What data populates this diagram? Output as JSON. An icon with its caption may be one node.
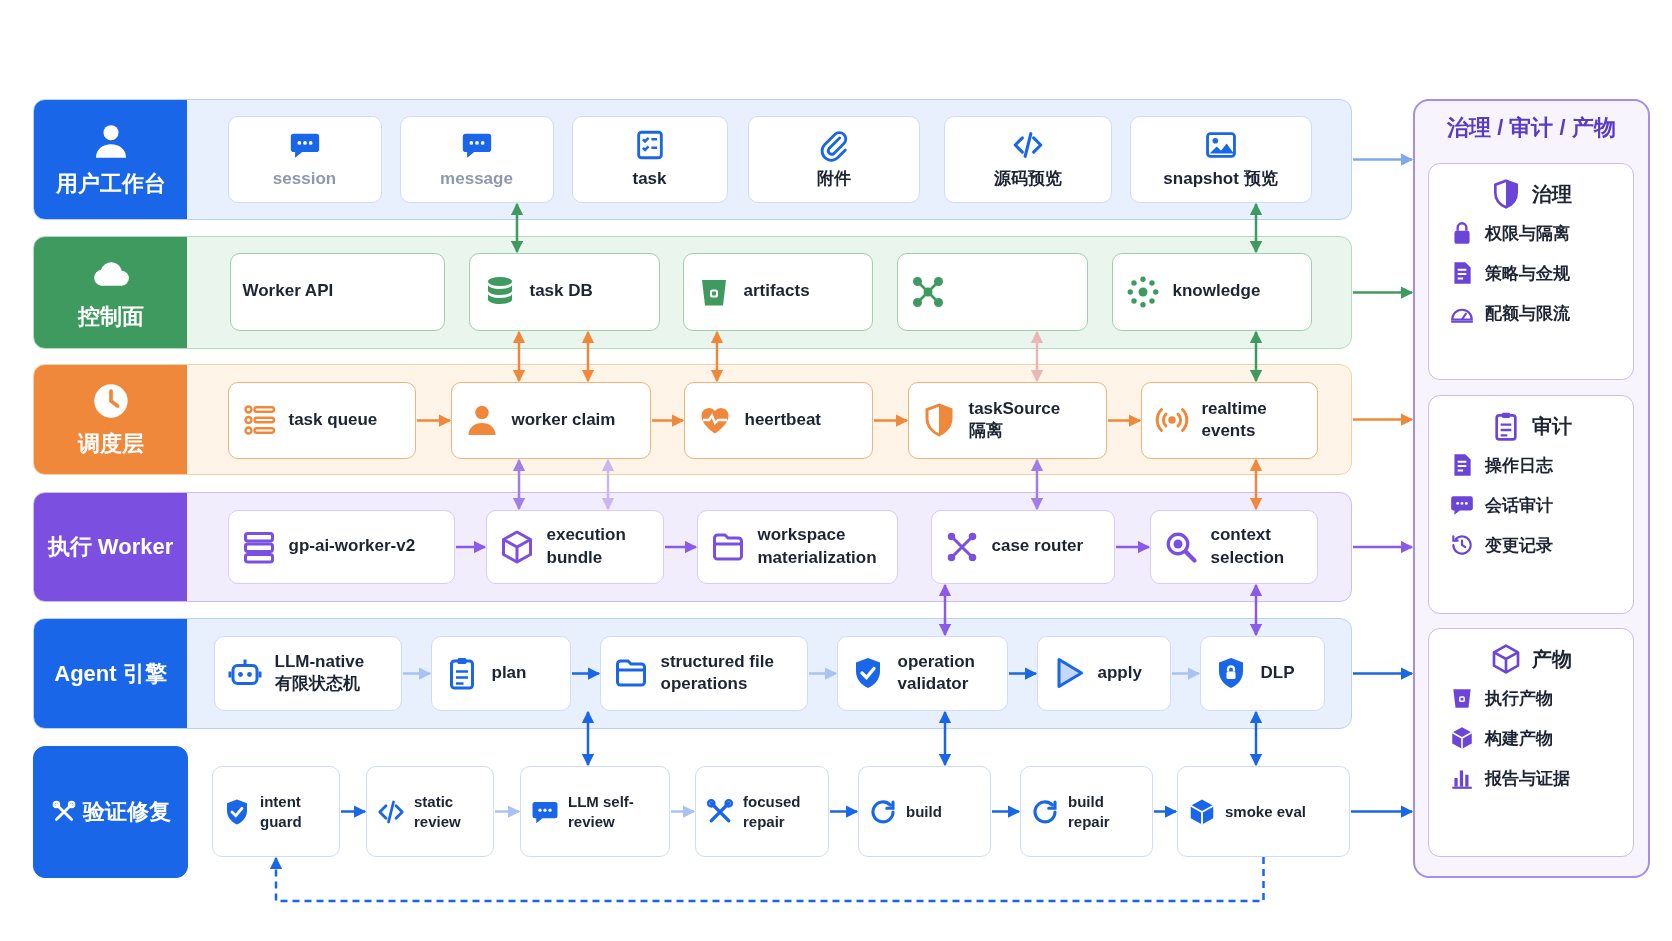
{
  "diagram": {
    "nodes": [
      {
        "text": [
          "用户工作台"
        ]
      },
      {
        "text": [
          "session"
        ],
        "in": 0
      },
      {
        "text": [
          "message"
        ],
        "in": 0
      },
      {
        "text": [
          "task"
        ],
        "in": 0
      },
      {
        "text": [
          "附件"
        ],
        "in": 0
      },
      {
        "text": [
          "源码预览"
        ],
        "in": 0
      },
      {
        "text": [
          "snapshot 预览"
        ],
        "in": 0
      },
      {
        "text": [
          "控制面"
        ]
      },
      {
        "text": [
          "Worker API"
        ],
        "in": 7
      },
      {
        "text": [
          "task DB"
        ],
        "in": 7
      },
      {
        "text": [
          "artifacts"
        ],
        "in": 7
      },
      {
        "text": [],
        "shape": "box",
        "in": 7
      },
      {
        "text": [
          "knowledge"
        ],
        "in": 7
      },
      {
        "text": [
          "调度层"
        ]
      },
      {
        "text": [
          "task queue"
        ],
        "in": 13
      },
      {
        "text": [
          "worker claim"
        ],
        "in": 13
      },
      {
        "text": [
          "heertbeat"
        ],
        "in": 13
      },
      {
        "text": [
          "taskSource 隔离"
        ],
        "in": 13
      },
      {
        "text": [
          "realtime events"
        ],
        "in": 13
      },
      {
        "text": [
          "执行 Worker"
        ]
      },
      {
        "text": [
          "gp-ai-worker-v2"
        ],
        "in": 19
      },
      {
        "text": [
          "execution bundle"
        ],
        "in": 19
      },
      {
        "text": [
          "workspace materialization"
        ],
        "in": 19
      },
      {
        "text": [
          "case router"
        ],
        "in": 19
      },
      {
        "text": [
          "context selection"
        ],
        "in": 19
      },
      {
        "text": [
          "Agent 引擎"
        ]
      },
      {
        "text": [
          "LLM-native 有限状态机"
        ],
        "in": 25
      },
      {
        "text": [
          "plan"
        ],
        "in": 25
      },
      {
        "text": [
          "structured file operations"
        ],
        "in": 25
      },
      {
        "text": [
          "operation validator"
        ],
        "in": 25
      },
      {
        "text": [
          "apply"
        ],
        "in": 25
      },
      {
        "text": [
          "DLP"
        ],
        "in": 25
      },
      {
        "text": [
          "验证修复"
        ]
      },
      {
        "text": [
          "intent guard"
        ]
      },
      {
        "text": [
          "static review"
        ]
      },
      {
        "text": [
          "LLM self-review"
        ]
      },
      {
        "text": [
          "focused repair"
        ]
      },
      {
        "text": [
          "build"
        ]
      },
      {
        "text": [
          "build repair"
        ]
      },
      {
        "text": [
          "smoke eval"
        ]
      },
      {
        "text": [
          "治理 / 审计 / 产物"
        ]
      },
      {
        "text": [
          "治理",
          "权限与隔离",
          "策略与佥规",
          "配额与限流"
        ],
        "in": 40
      },
      {
        "text": [
          "审计",
          "操作日志",
          "会话审计",
          "变更记录"
        ],
        "in": 40
      },
      {
        "text": [
          "产物",
          "执行产物",
          "构建产物",
          "报告与证据"
        ],
        "in": 40
      }
    ],
    "edges": [
      {
        "from": 14,
        "to": 15,
        "arrow": "to",
        "color": "#f0883c"
      },
      {
        "from": 15,
        "to": 16,
        "arrow": "to",
        "color": "#f0883c"
      },
      {
        "from": 16,
        "to": 17,
        "arrow": "to",
        "color": "#f0883c"
      },
      {
        "from": 17,
        "to": 18,
        "arrow": "to",
        "color": "#f0883c"
      },
      {
        "from": 20,
        "to": 21,
        "arrow": "to",
        "color": "#8a5be8"
      },
      {
        "from": 21,
        "to": 22,
        "arrow": "to",
        "color": "#8a5be8"
      },
      {
        "from": 23,
        "to": 24,
        "arrow": "to",
        "color": "#8a5be8"
      },
      {
        "from": 26,
        "to": 27,
        "arrow": "to",
        "color": "#a8c3f2"
      },
      {
        "from": 27,
        "to": 28,
        "arrow": "to"
      },
      {
        "from": 28,
        "to": 29,
        "arrow": "to",
        "color": "#a8c3f2"
      },
      {
        "from": 29,
        "to": 30,
        "arrow": "to"
      },
      {
        "from": 30,
        "to": 31,
        "arrow": "to",
        "color": "#a8c3f2"
      },
      {
        "from": 33,
        "to": 34,
        "arrow": "to"
      },
      {
        "from": 34,
        "to": 35,
        "arrow": "to",
        "color": "#a8c3f2"
      },
      {
        "from": 35,
        "to": 36,
        "arrow": "to",
        "color": "#a8c3f2"
      },
      {
        "from": 36,
        "to": 37,
        "arrow": "to"
      },
      {
        "from": 37,
        "to": 38,
        "arrow": "to"
      },
      {
        "from": 38,
        "to": 39,
        "arrow": "to"
      },
      {
        "from": 2,
        "to": 9,
        "arrow": "both",
        "color": "#3f9a5f"
      },
      {
        "from": 6,
        "to": 12,
        "arrow": "both",
        "color": "#3f9a5f"
      },
      {
        "from": 9,
        "to": 15,
        "arrow": "both",
        "color": "#f0883c"
      },
      {
        "from": 9,
        "to": 15,
        "arrow": "both",
        "color": "#f0883c"
      },
      {
        "from": 10,
        "to": 16,
        "arrow": "both",
        "color": "#f0883c"
      },
      {
        "from": 11,
        "to": 17,
        "arrow": "both",
        "color": "#eab7b7"
      },
      {
        "from": 12,
        "to": 18,
        "arrow": "both",
        "color": "#3f9a5f"
      },
      {
        "from": 15,
        "to": 21,
        "arrow": "both",
        "color": "#a07ee8"
      },
      {
        "from": 15,
        "to": 21,
        "arrow": "both",
        "color": "#c9b6f2"
      },
      {
        "from": 17,
        "to": 23,
        "arrow": "both",
        "color": "#a07ee8"
      },
      {
        "from": 18,
        "to": 24,
        "arrow": "both",
        "color": "#f0883c"
      },
      {
        "from": 23,
        "to": 29,
        "arrow": "both",
        "color": "#8a5be8"
      },
      {
        "from": 24,
        "to": 31,
        "arrow": "both",
        "color": "#8a5be8"
      },
      {
        "from": 28,
        "to": 35,
        "arrow": "both"
      },
      {
        "from": 29,
        "to": 37,
        "arrow": "both"
      },
      {
        "from": 31,
        "to": 39,
        "arrow": "both"
      },
      {
        "from": 39,
        "to": 33,
        "arrow": "to",
        "style": "dashed"
      },
      {
        "from": 0,
        "to": 40,
        "arrow": "to",
        "color": "#7fa8ee"
      },
      {
        "from": 7,
        "to": 40,
        "arrow": "to",
        "color": "#3f9a5f"
      },
      {
        "from": 13,
        "to": 40,
        "arrow": "to",
        "color": "#f0883c"
      },
      {
        "from": 19,
        "to": 40,
        "arrow": "to",
        "color": "#8a5be8"
      },
      {
        "from": 25,
        "to": 40,
        "arrow": "to"
      },
      {
        "from": 39,
        "to": 40,
        "arrow": "to"
      }
    ]
  }
}
